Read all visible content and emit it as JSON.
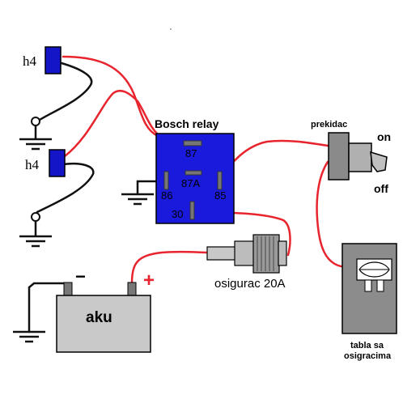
{
  "labels": {
    "h4_top": "h4",
    "h4_bottom": "h4",
    "relay_title": "Bosch relay",
    "pin_87": "87",
    "pin_87a": "87A",
    "pin_86": "86",
    "pin_85": "85",
    "pin_30": "30",
    "switch_title": "prekidac",
    "switch_on": "on",
    "switch_off": "off",
    "fuse_label": "osigurac 20A",
    "battery_label": "aku",
    "battery_minus": "−",
    "battery_plus": "+",
    "fusebox_line1": "tabla sa",
    "fusebox_line2": "osigracima"
  },
  "colors": {
    "wire_red": "#e8252e",
    "wire_black": "#111111",
    "relay_blue": "#1a1adc",
    "connector_blue": "#1515c8",
    "battery_gray": "#c9c9c9",
    "fusebox_gray": "#8c8c8c",
    "fuse_gray": "#b8b8b8",
    "switch_gray": "#a0a0a0"
  },
  "icons": [
    "ground-symbol",
    "relay",
    "battery",
    "fuse",
    "toggle-switch",
    "fuse-panel"
  ]
}
